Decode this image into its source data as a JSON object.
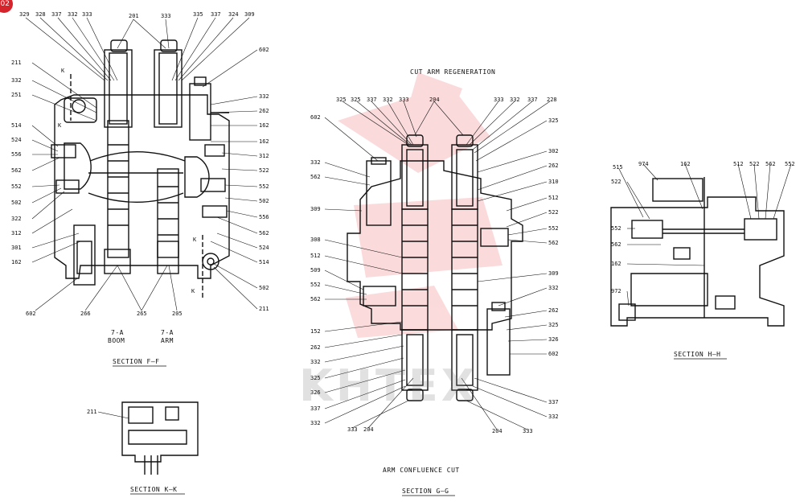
{
  "badge": "02",
  "watermark": "KHTEX",
  "captions": {
    "cut_arm_regeneration": "CUT  ARM REGENERATION",
    "boom_top": "7-A",
    "boom": "BOOM",
    "arm_top": "7-A",
    "arm": "ARM",
    "section_ff": "SECTION  F—F",
    "section_kk": "SECTION  K—K",
    "arm_confluence": "ARM CONFLUENCE   CUT",
    "section_gg": "SECTION  G—G",
    "section_hh": "SECTION  H—H"
  },
  "arrows": {
    "k": "K"
  },
  "labels": {
    "f_top": [
      "329",
      "328",
      "337",
      "332",
      "333",
      "201",
      "333",
      "335",
      "337",
      "324",
      "309"
    ],
    "f_602": "602",
    "f_left": [
      "211",
      "332",
      "251",
      "514",
      "524",
      "556",
      "562",
      "552",
      "502",
      "322",
      "312",
      "301",
      "162"
    ],
    "f_right": [
      "332",
      "262",
      "162",
      "162",
      "312",
      "522",
      "552",
      "502",
      "556",
      "562",
      "524",
      "514"
    ],
    "f_bottom": [
      "602",
      "266",
      "265",
      "205",
      "502",
      "211"
    ],
    "kk": "211",
    "g_top": [
      "325",
      "325",
      "337",
      "332",
      "333",
      "204",
      "333",
      "332",
      "337",
      "228"
    ],
    "g_left": [
      "602",
      "332",
      "562",
      "309",
      "308",
      "512",
      "509",
      "552",
      "562",
      "152",
      "262",
      "332",
      "325",
      "326",
      "337",
      "332"
    ],
    "g_right": [
      "325",
      "302",
      "262",
      "310",
      "512",
      "522",
      "552",
      "562",
      "309",
      "332",
      "262",
      "325",
      "326",
      "602",
      "337",
      "332"
    ],
    "g_bottom": [
      "333",
      "204",
      "204",
      "333"
    ],
    "h_top": [
      "515",
      "974",
      "162",
      "512",
      "522",
      "562",
      "552"
    ],
    "h_left": [
      "522",
      "552",
      "562",
      "162",
      "972"
    ]
  }
}
